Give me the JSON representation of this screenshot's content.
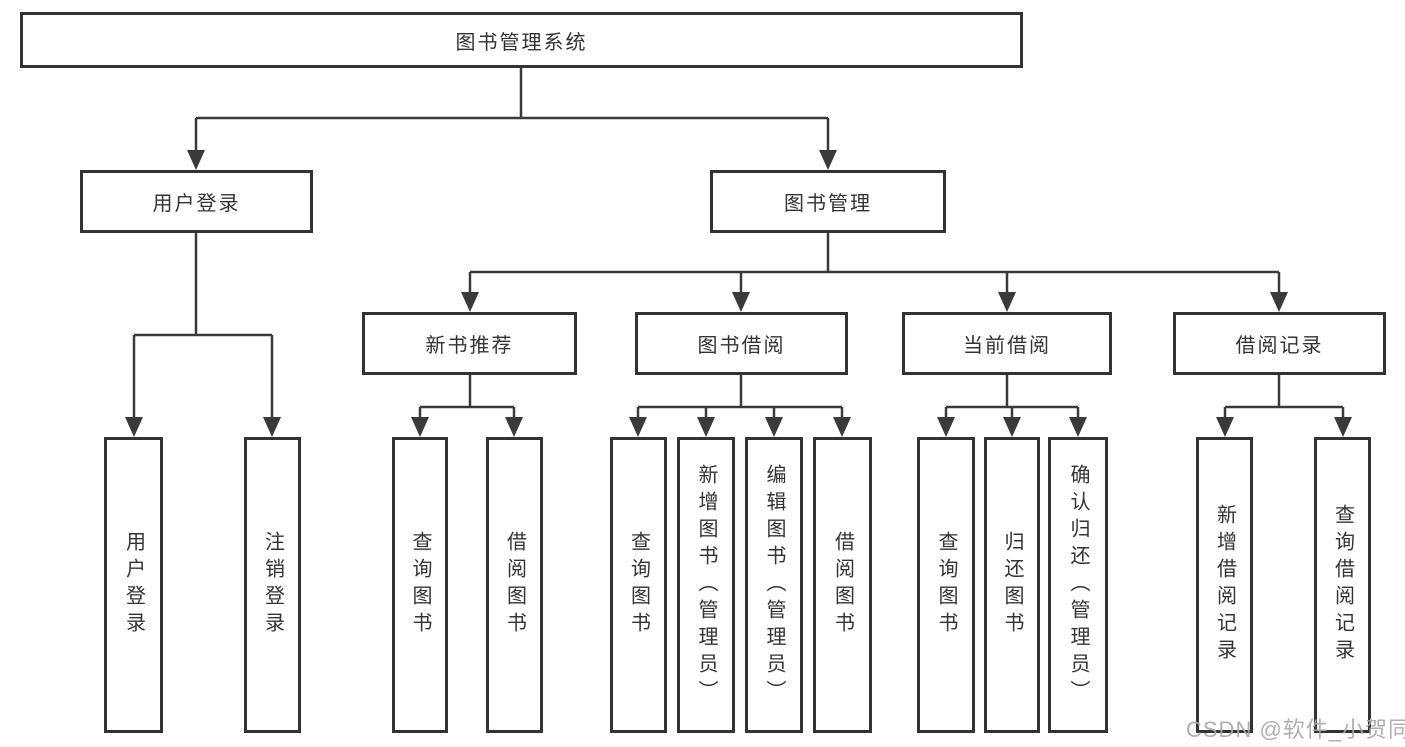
{
  "diagram_title": "图书管理系统",
  "tree": {
    "label": "图书管理系统",
    "children": [
      {
        "label": "用户登录",
        "children": [
          {
            "label": "用户登录"
          },
          {
            "label": "注销登录"
          }
        ]
      },
      {
        "label": "图书管理",
        "children": [
          {
            "label": "新书推荐",
            "children": [
              {
                "label": "查询图书"
              },
              {
                "label": "借阅图书"
              }
            ]
          },
          {
            "label": "图书借阅",
            "children": [
              {
                "label": "查询图书"
              },
              {
                "label": "新增图书（管理员）"
              },
              {
                "label": "编辑图书（管理员）"
              },
              {
                "label": "借阅图书"
              }
            ]
          },
          {
            "label": "当前借阅",
            "children": [
              {
                "label": "查询图书"
              },
              {
                "label": "归还图书"
              },
              {
                "label": "确认归还（管理员）"
              }
            ]
          },
          {
            "label": "借阅记录",
            "children": [
              {
                "label": "新增借阅记录"
              },
              {
                "label": "查询借阅记录"
              }
            ]
          }
        ]
      }
    ]
  },
  "watermark": {
    "text": "CSDN @软件_小贺同学"
  },
  "colors": {
    "line": "#3a3a3a",
    "box_border": "#333333",
    "text": "#333333",
    "background": "#ffffff",
    "watermark": "#a8a8a8"
  }
}
